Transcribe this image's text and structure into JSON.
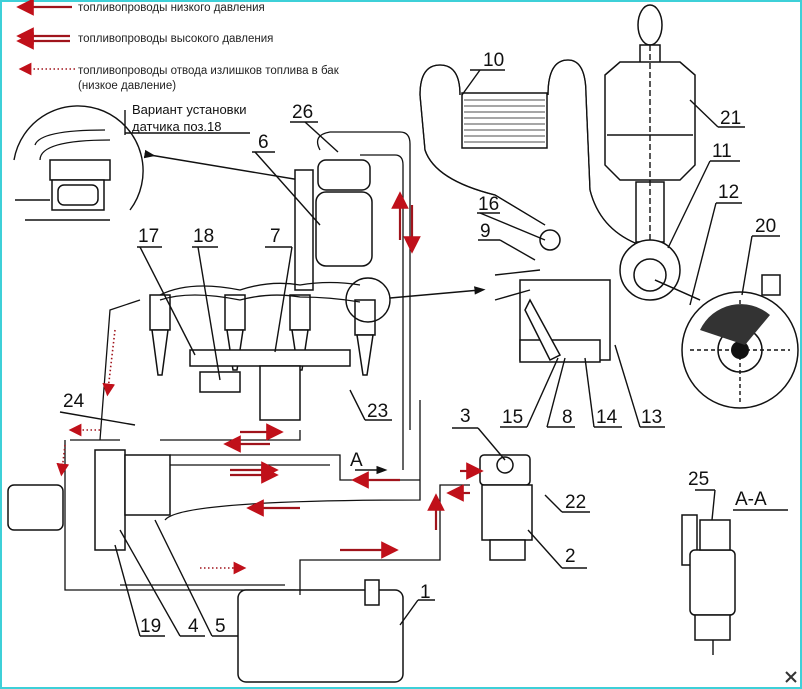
{
  "legend": {
    "low_pressure": "топливопроводы низкого давления",
    "high_pressure": "топливопроводы высокого давления",
    "return_line_1": "топливопроводы отвода излишков топлива в бак",
    "return_line_2": "(низкое давление)"
  },
  "inset_note": {
    "line1": "Вариант установки",
    "line2": "датчика поз.18"
  },
  "section_label": "A-A",
  "view_marker": "A",
  "callouts": {
    "c1": "1",
    "c2": "2",
    "c3": "3",
    "c4": "4",
    "c5": "5",
    "c6": "6",
    "c7": "7",
    "c8": "8",
    "c9": "9",
    "c10": "10",
    "c11": "11",
    "c12": "12",
    "c13": "13",
    "c14": "14",
    "c15": "15",
    "c16": "16",
    "c17": "17",
    "c18": "18",
    "c19": "19",
    "c20": "20",
    "c21": "21",
    "c22": "22",
    "c23": "23",
    "c24": "24",
    "c25": "25",
    "c26": "26"
  },
  "colors": {
    "arrow_red": "#a0141c",
    "frame": "#3ed0d8"
  }
}
